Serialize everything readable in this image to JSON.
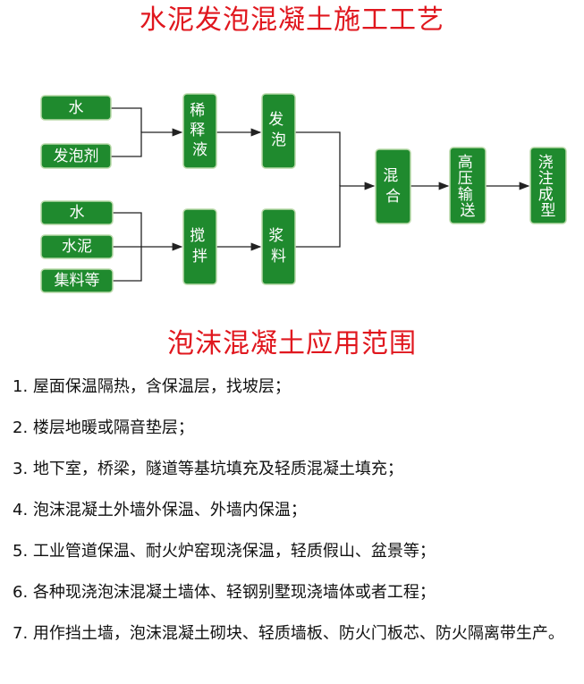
{
  "titles": {
    "main": "水泥发泡混凝土施工工艺",
    "sub": "泡沫混凝土应用范围"
  },
  "colors": {
    "title_red": "#e0171e",
    "node_green": "#1f8a2e",
    "node_border": "#b9d9a9",
    "arrow": "#222222"
  },
  "flowchart": {
    "nodes": [
      {
        "id": "water1",
        "label": "水"
      },
      {
        "id": "foaming_agent",
        "label": "发泡剂"
      },
      {
        "id": "dilution",
        "label": "稀释液"
      },
      {
        "id": "foam",
        "label": "发泡"
      },
      {
        "id": "water2",
        "label": "水"
      },
      {
        "id": "cement",
        "label": "水泥"
      },
      {
        "id": "aggregate",
        "label": "集料等"
      },
      {
        "id": "stir",
        "label": "搅拌"
      },
      {
        "id": "slurry",
        "label": "浆料"
      },
      {
        "id": "mix",
        "label": "混合"
      },
      {
        "id": "hp_transfer",
        "label": "高压输送"
      },
      {
        "id": "pour",
        "label": "浇注成型"
      }
    ],
    "edges": [
      [
        "water1",
        "dilution"
      ],
      [
        "foaming_agent",
        "dilution"
      ],
      [
        "dilution",
        "foam"
      ],
      [
        "water2",
        "stir"
      ],
      [
        "cement",
        "stir"
      ],
      [
        "aggregate",
        "stir"
      ],
      [
        "stir",
        "slurry"
      ],
      [
        "foam",
        "mix"
      ],
      [
        "slurry",
        "mix"
      ],
      [
        "mix",
        "hp_transfer"
      ],
      [
        "hp_transfer",
        "pour"
      ]
    ]
  },
  "applications": [
    "1. 屋面保温隔热，含保温层，找坡层；",
    "2. 楼层地暖或隔音垫层；",
    "3. 地下室，桥梁，隧道等基坑填充及轻质混凝土填充；",
    "4. 泡沫混凝土外墙外保温、外墙内保温；",
    "5. 工业管道保温、耐火炉窑现浇保温，轻质假山、盆景等；",
    "6. 各种现浇泡沫混凝土墙体、轻钢别墅现浇墙体或者工程；",
    "7. 用作挡土墙，泡沫混凝土砌块、轻质墙板、防火门板芯、防火隔离带生产。"
  ]
}
